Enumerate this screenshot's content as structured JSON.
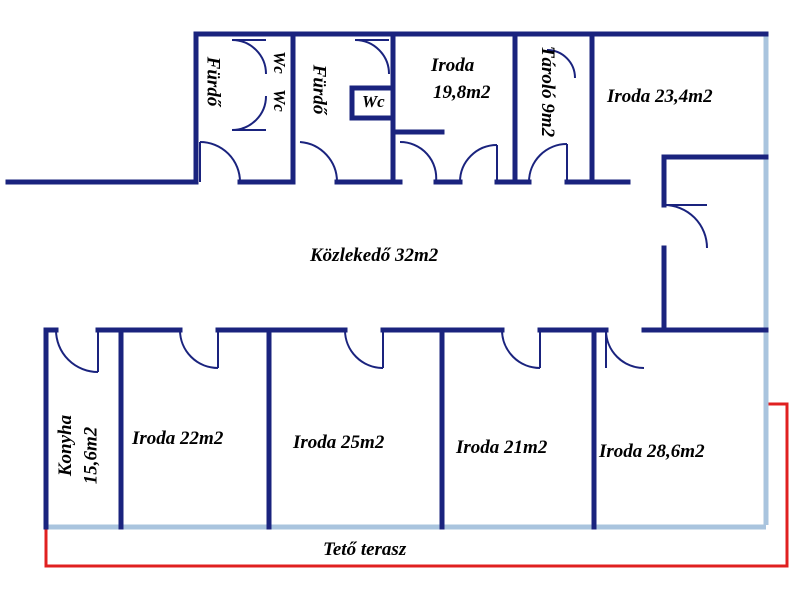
{
  "colors": {
    "wall": "#1a237e",
    "window": "#a9c4de",
    "terrace_outline": "#e02020",
    "background": "#ffffff"
  },
  "rooms": {
    "furdo_1": "Fürdő",
    "wc_1": "Wc",
    "wc_2": "Wc",
    "furdo_2": "Fürdő",
    "wc_3": "Wc",
    "iroda_19": "Iroda",
    "iroda_19_area": "19,8m2",
    "tarolo": "Tároló 9m2",
    "iroda_23": "Iroda 23,4m2",
    "kozlekedo": "Közlekedő 32m2",
    "konyha": "Konyha",
    "konyha_area": "15,6m2",
    "iroda_22": "Iroda 22m2",
    "iroda_25": "Iroda 25m2",
    "iroda_21": "Iroda 21m2",
    "iroda_28": "Iroda 28,6m2",
    "terasz": "Tető terasz"
  }
}
